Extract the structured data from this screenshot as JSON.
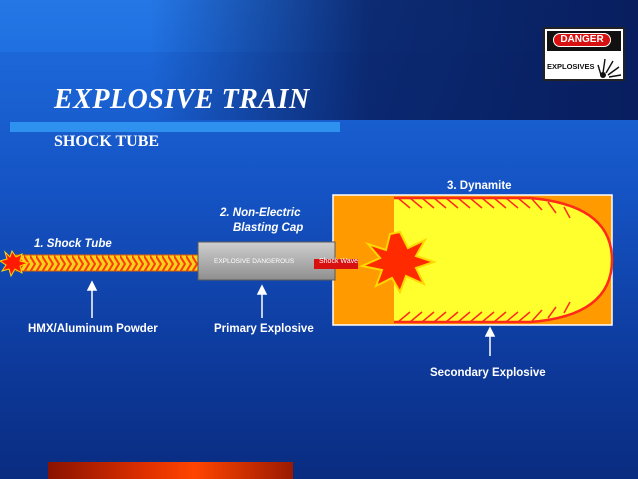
{
  "title": "EXPLOSIVE TRAIN",
  "subtitle": "SHOCK TUBE",
  "sign": {
    "header": "DANGER",
    "label": "EXPLOSIVES"
  },
  "stages": {
    "shock_tube": "1. Shock Tube",
    "blasting_cap_line1": "2. Non-Electric",
    "blasting_cap_line2": "Blasting Cap",
    "dynamite": "3. Dynamite"
  },
  "cap_body_text": "EXPLOSIVE  DANGEROUS",
  "shock_wave_label": "Shock Wave",
  "callouts": {
    "hmx": "HMX/Aluminum Powder",
    "primary": "Primary Explosive",
    "secondary": "Secondary Explosive"
  },
  "colors": {
    "tube": "#f7d020",
    "flame": "#ff2a00",
    "dynamite_outer": "#ff9a00",
    "dynamite_inner": "#ffff2e",
    "cap": "#a9a9a9"
  }
}
